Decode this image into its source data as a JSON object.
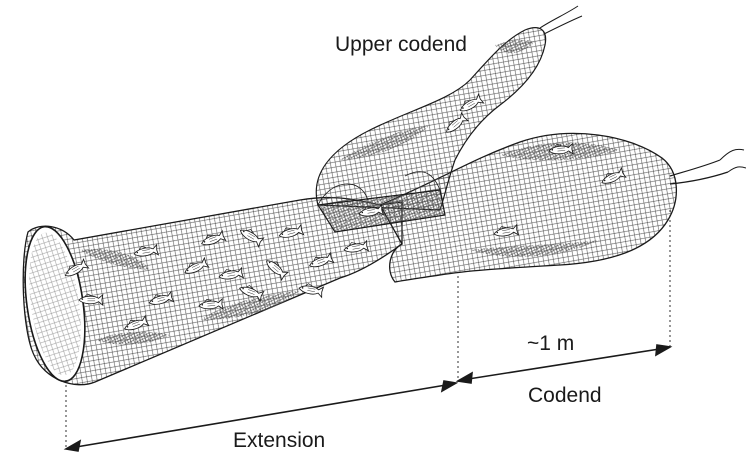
{
  "labels": {
    "upper_codend": "Upper codend",
    "codend_length": "~1 m",
    "codend": "Codend",
    "extension": "Extension"
  },
  "colors": {
    "ink": "#1a1a1a",
    "mesh": "#4a4a4a",
    "shading": "#8c8c8c",
    "background": "#ffffff"
  },
  "components": [
    "extension",
    "codend",
    "upper-codend",
    "fish",
    "dimension-arrows"
  ]
}
